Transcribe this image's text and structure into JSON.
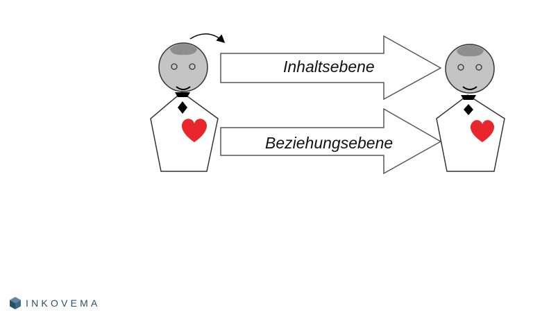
{
  "diagram": {
    "arrows": [
      {
        "label": "Inhaltsebene"
      },
      {
        "label": "Beziehungsebene"
      }
    ],
    "persons": [
      {
        "role": "sender",
        "icon": "person-with-heart"
      },
      {
        "role": "receiver",
        "icon": "person-with-heart"
      }
    ]
  },
  "logo": {
    "text": "INKOVEMA",
    "icon": "cube-icon",
    "color": "#2a4f6b"
  },
  "colors": {
    "heart": "#e8262b",
    "head": "#c4c4c4",
    "hair": "#8e8e8e"
  }
}
